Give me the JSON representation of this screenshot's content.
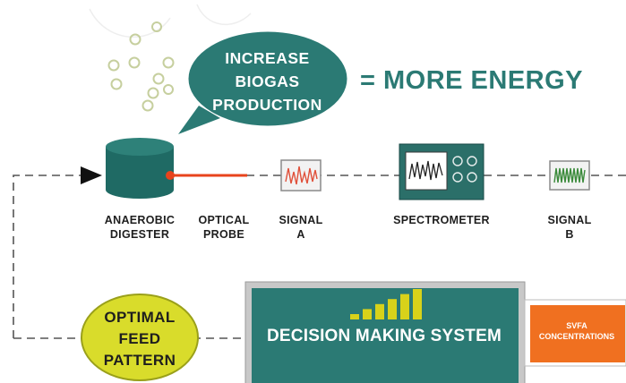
{
  "bubble": {
    "line1": "INCREASE",
    "line2": "BIOGAS",
    "line3": "PRODUCTION"
  },
  "headline": "= MORE ENERGY",
  "components": {
    "digester": {
      "line1": "ANAEROBIC",
      "line2": "DIGESTER"
    },
    "probe": {
      "line1": "OPTICAL",
      "line2": "PROBE"
    },
    "signal_a": {
      "line1": "SIGNAL",
      "line2": "A"
    },
    "spectrometer": {
      "line1": "SPECTROMETER"
    },
    "signal_b": {
      "line1": "SIGNAL",
      "line2": "B"
    }
  },
  "feed_pattern": {
    "line1": "OPTIMAL",
    "line2": "FEED",
    "line3": "PATTERN"
  },
  "decision_system": {
    "label": "DECISION MAKING SYSTEM",
    "bar_count": 6
  },
  "svfa": {
    "line1": "SVFA",
    "line2": "CONCENTRATIONS"
  },
  "colors": {
    "teal": "#2b7a74",
    "teal_dark": "#1f5f5a",
    "probe_red": "#e8431c",
    "signal_a_wave": "#e0503a",
    "signal_b_wave": "#3a8a3a",
    "feed_yellow": "#d9dc2b",
    "bars_yellow": "#d8d21a",
    "svfa_orange": "#f07020",
    "dashed_line": "#555555"
  }
}
